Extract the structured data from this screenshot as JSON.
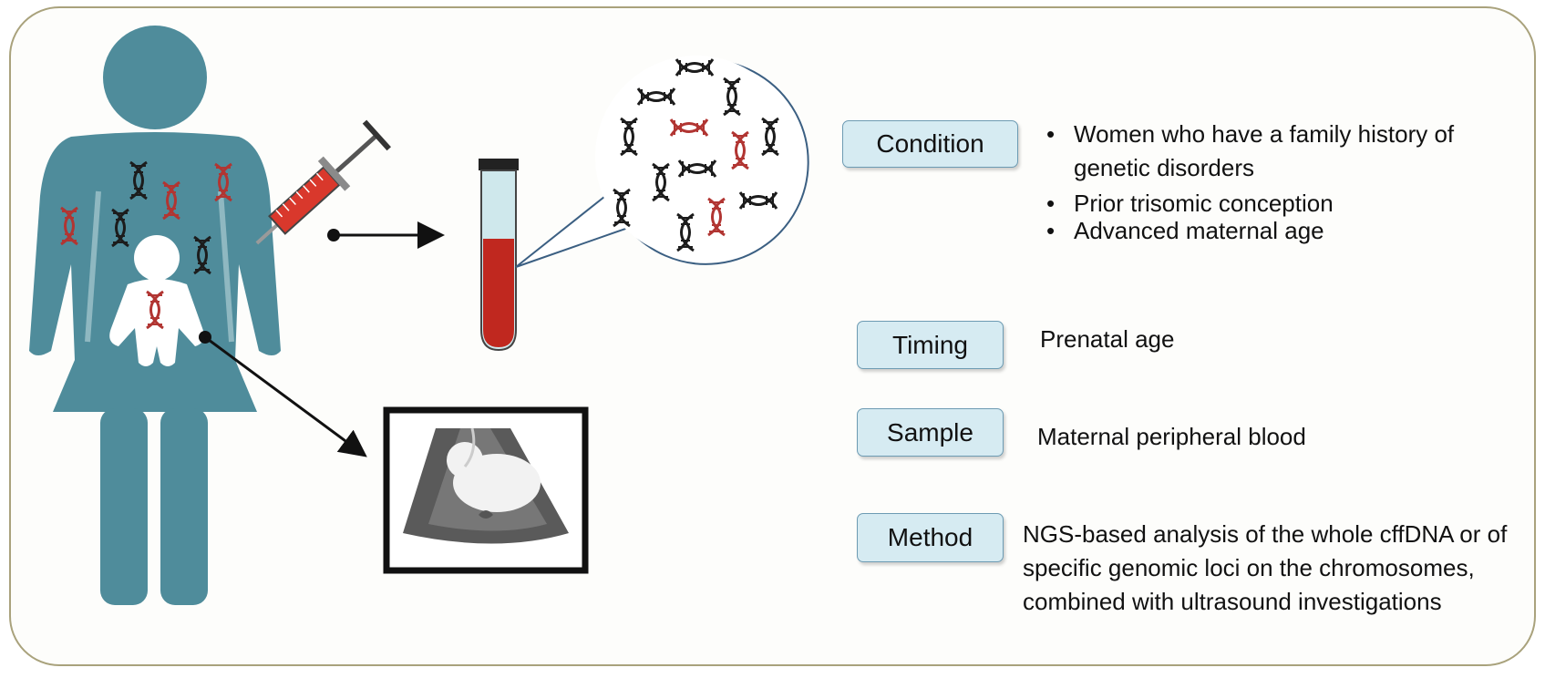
{
  "rows": {
    "condition": {
      "label": "Condition",
      "items": [
        "Women who have a family history of genetic disorders",
        "Prior trisomic conception",
        "Advanced maternal age"
      ]
    },
    "timing": {
      "label": "Timing",
      "value": "Prenatal age"
    },
    "sample": {
      "label": "Sample",
      "value": "Maternal peripheral blood"
    },
    "method": {
      "label": "Method",
      "value": "NGS-based analysis of the whole cffDNA or of specific genomic loci on the chromosomes, combined with ultrasound investigations"
    }
  },
  "colors": {
    "figure": "#4f8c9b",
    "dna_red": "#b13532",
    "dna_black": "#1c1c1c",
    "blood": "#c0281f",
    "tag_fill": "#d6ebf2",
    "frame": "#a9a27c"
  },
  "icons": [
    "pregnant-woman-icon",
    "fetus-icon",
    "syringe-icon",
    "blood-tube-icon",
    "dna-icon",
    "ultrasound-icon"
  ]
}
